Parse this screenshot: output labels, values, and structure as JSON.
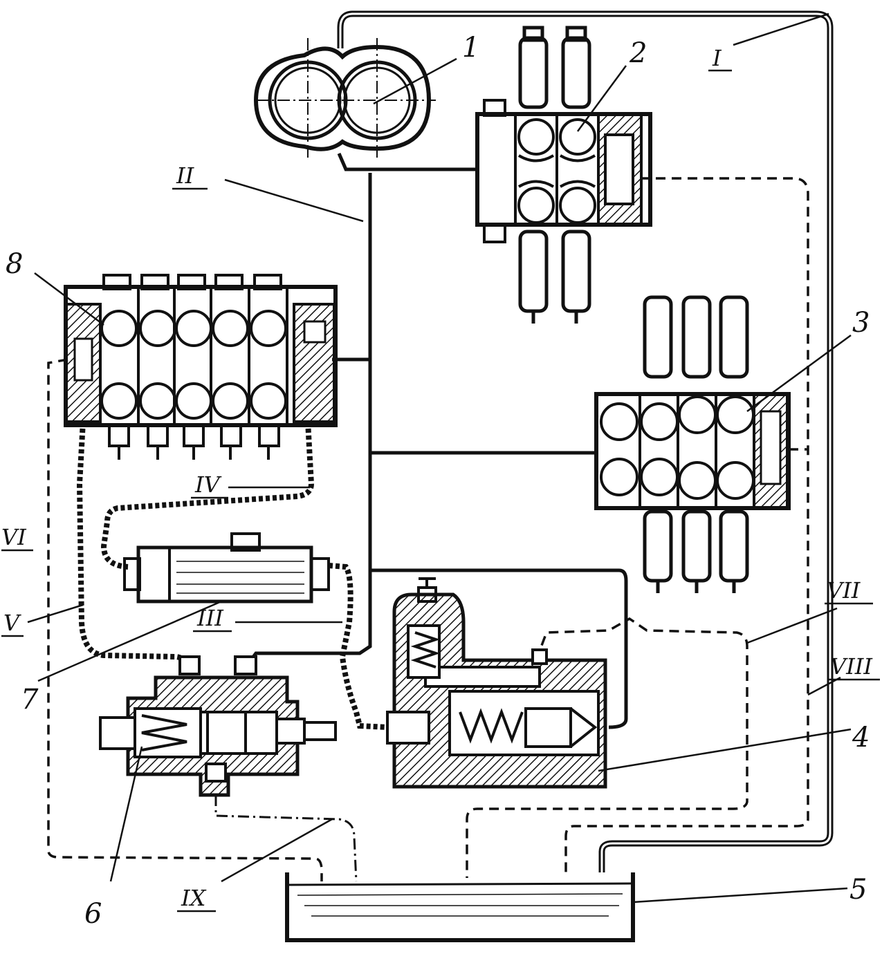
{
  "diagram": {
    "callouts": [
      {
        "key": "pump",
        "text": "1"
      },
      {
        "key": "distributor_2",
        "text": "2"
      },
      {
        "key": "distributor_3",
        "text": "3"
      },
      {
        "key": "flow_divider",
        "text": "4"
      },
      {
        "key": "tank",
        "text": "5"
      },
      {
        "key": "valve_6",
        "text": "6"
      },
      {
        "key": "cylinder",
        "text": "7"
      },
      {
        "key": "distributor_8",
        "text": "8"
      }
    ],
    "line_labels": [
      {
        "key": "I",
        "text": "I"
      },
      {
        "key": "II",
        "text": "II"
      },
      {
        "key": "III",
        "text": "III"
      },
      {
        "key": "IV",
        "text": "IV"
      },
      {
        "key": "V",
        "text": "V"
      },
      {
        "key": "VI",
        "text": "VI"
      },
      {
        "key": "VII",
        "text": "VII"
      },
      {
        "key": "VIII",
        "text": "VIII"
      },
      {
        "key": "IX",
        "text": "IX"
      }
    ],
    "colors": {
      "ink": "#111111",
      "background": "#ffffff"
    }
  }
}
